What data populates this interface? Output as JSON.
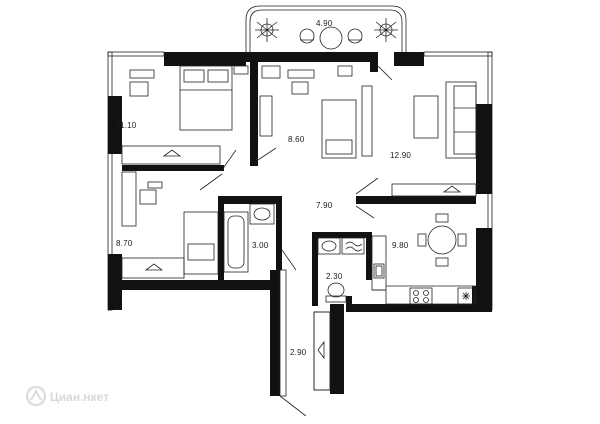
{
  "rooms": [
    {
      "id": "balcony",
      "area": "4.90"
    },
    {
      "id": "bedroom-1",
      "area": "11.10"
    },
    {
      "id": "bedroom-2",
      "area": "8.60"
    },
    {
      "id": "living-room",
      "area": "12.90"
    },
    {
      "id": "bedroom-3",
      "area": "8.70"
    },
    {
      "id": "hallway",
      "area": "7.90"
    },
    {
      "id": "bathroom",
      "area": "3.00"
    },
    {
      "id": "toilet",
      "area": "2.30"
    },
    {
      "id": "kitchen",
      "area": "9.80"
    },
    {
      "id": "entrance",
      "area": "2.90"
    }
  ],
  "watermark": {
    "text": "Циан.нкет"
  }
}
